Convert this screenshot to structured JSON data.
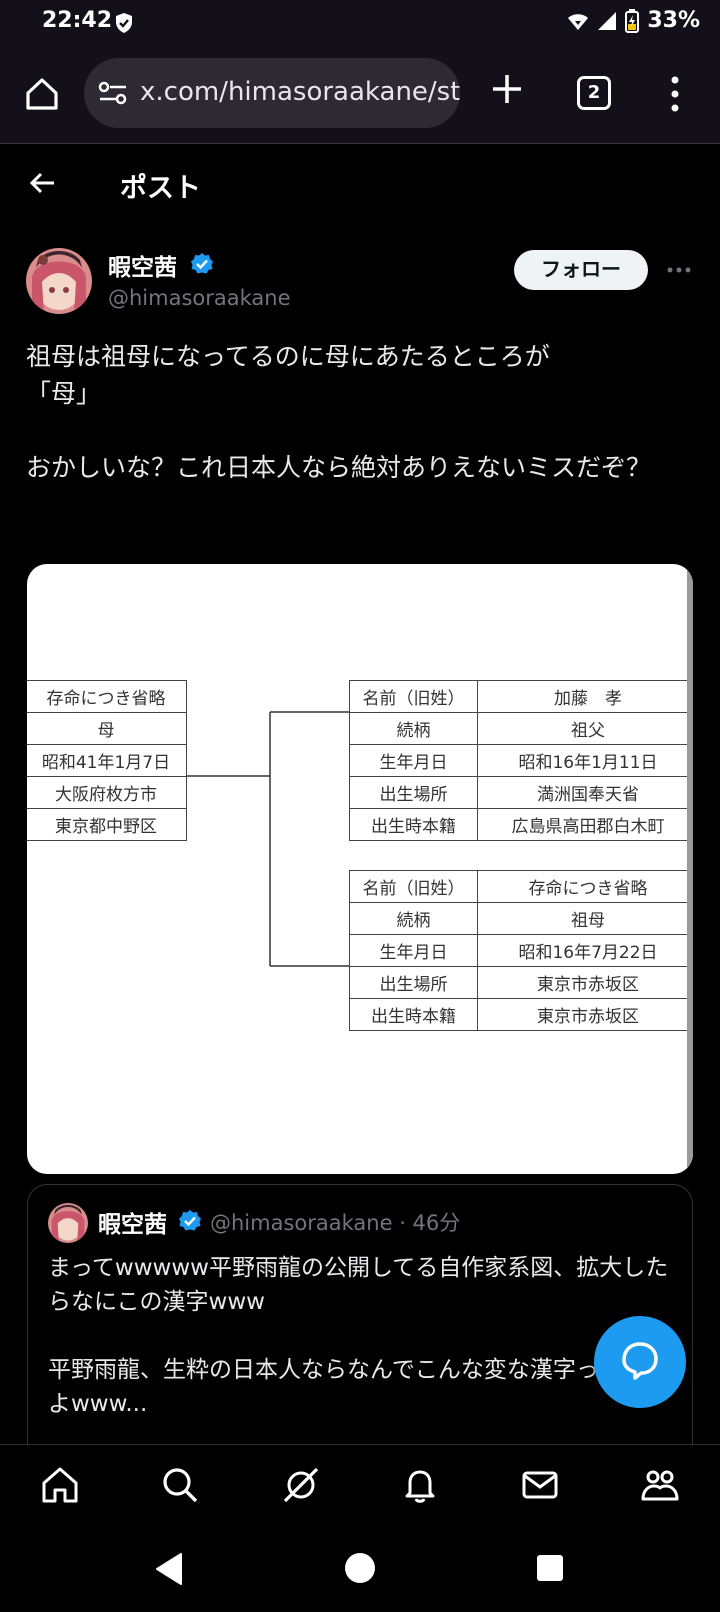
{
  "status": {
    "time": "22:42",
    "battery": "33%"
  },
  "browser": {
    "url": "x.com/himasoraakane/st",
    "tab_count": "2"
  },
  "header": {
    "title": "ポスト"
  },
  "author": {
    "name": "暇空茜",
    "handle": "@himasoraakane",
    "follow_label": "フォロー"
  },
  "tweet": {
    "paragraphs": [
      "祖母は祖母になってるのに母にあたるところが\n「母」",
      "おかしいな？これ日本人なら絶対ありえないミスだぞ？"
    ]
  },
  "image": {
    "left_table": [
      "存命につき省略",
      "母",
      "昭和41年1月7日",
      "大阪府枚方市",
      "東京都中野区"
    ],
    "top_right_table": [
      [
        "名前（旧姓）",
        "加藤　孝"
      ],
      [
        "続柄",
        "祖父"
      ],
      [
        "生年月日",
        "昭和16年1月11日"
      ],
      [
        "出生場所",
        "満洲国奉天省"
      ],
      [
        "出生時本籍",
        "広島県高田郡白木町"
      ]
    ],
    "bottom_right_table": [
      [
        "名前（旧姓）",
        "存命につき省略"
      ],
      [
        "続柄",
        "祖母"
      ],
      [
        "生年月日",
        "昭和16年7月22日"
      ],
      [
        "出生場所",
        "東京市赤坂区"
      ],
      [
        "出生時本籍",
        "東京市赤坂区"
      ]
    ]
  },
  "quote": {
    "name": "暇空茜",
    "meta": "@himasoraakane · 46分",
    "paragraphs": [
      "まってwwwww平野雨龍の公開してる自作家系図、拡大したらなにこの漢字www",
      "平野雨龍、生粋の日本人ならなんでこんな変な漢字ってんだよwww..."
    ]
  },
  "colors": {
    "accent": "#1d9bf0",
    "background": "#000000",
    "chrome": "#141019"
  },
  "icons": {
    "nav": [
      "home-icon",
      "search-icon",
      "grok-icon",
      "bell-icon",
      "mail-icon",
      "communities-icon"
    ]
  }
}
